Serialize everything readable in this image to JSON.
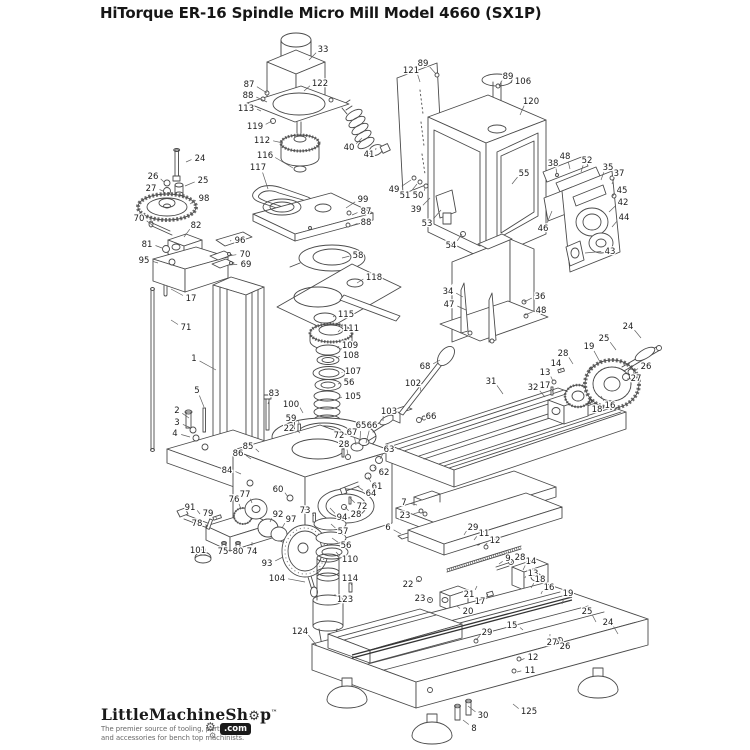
{
  "page": {
    "title": "HiTorque ER-16 Spindle Micro Mill Model 4660 (SX1P)",
    "background_color": "#ffffff",
    "line_color": "#4a4a4a"
  },
  "logo": {
    "brand_pre": "LittleMachineSh",
    "brand_post": "p",
    "tm": "™",
    "domain": ".com",
    "gear_glyph": "⚙",
    "tagline_line1": "The premier source of tooling, parts,",
    "tagline_line2": "and accessories for bench top machinists."
  },
  "diagram": {
    "type": "exploded-parts-diagram",
    "labels_format": [
      "part_number",
      "x",
      "y",
      "leader_x",
      "leader_y"
    ],
    "labels": [
      [
        "33",
        323,
        49,
        309,
        60
      ],
      [
        "122",
        320,
        83,
        304,
        91
      ],
      [
        "87",
        249,
        84,
        267,
        93
      ],
      [
        "88",
        248,
        95,
        267,
        102
      ],
      [
        "113",
        246,
        108,
        261,
        111
      ],
      [
        "119",
        255,
        126,
        272,
        121
      ],
      [
        "112",
        262,
        140,
        283,
        143
      ],
      [
        "116",
        265,
        155,
        293,
        168
      ],
      [
        "117",
        258,
        167,
        268,
        189
      ],
      [
        "40",
        349,
        147,
        362,
        138
      ],
      [
        "41",
        369,
        154,
        376,
        148
      ],
      [
        "121",
        411,
        70,
        420,
        82
      ],
      [
        "89",
        423,
        63,
        436,
        74
      ],
      [
        "89",
        508,
        76,
        499,
        86
      ],
      [
        "106",
        523,
        81,
        508,
        84
      ],
      [
        "120",
        531,
        101,
        520,
        115
      ],
      [
        "55",
        524,
        173,
        512,
        184
      ],
      [
        "49",
        394,
        189,
        411,
        180
      ],
      [
        "51",
        405,
        195,
        417,
        184
      ],
      [
        "50",
        418,
        195,
        425,
        188
      ],
      [
        "39",
        416,
        209,
        430,
        198
      ],
      [
        "53",
        427,
        223,
        441,
        210
      ],
      [
        "54",
        451,
        245,
        462,
        234
      ],
      [
        "46",
        543,
        228,
        552,
        211
      ],
      [
        "38",
        553,
        163,
        557,
        174
      ],
      [
        "48",
        565,
        156,
        570,
        169
      ],
      [
        "52",
        587,
        160,
        581,
        172
      ],
      [
        "35",
        608,
        167,
        601,
        180
      ],
      [
        "37",
        619,
        173,
        612,
        184
      ],
      [
        "45",
        622,
        190,
        612,
        197
      ],
      [
        "42",
        623,
        202,
        609,
        212
      ],
      [
        "44",
        624,
        217,
        612,
        227
      ],
      [
        "43",
        610,
        251,
        585,
        253
      ],
      [
        "34",
        448,
        291,
        463,
        297
      ],
      [
        "47",
        449,
        304,
        466,
        310
      ],
      [
        "36",
        540,
        296,
        524,
        302
      ],
      [
        "48",
        541,
        310,
        525,
        315
      ],
      [
        "24",
        200,
        158,
        186,
        162
      ],
      [
        "26",
        153,
        176,
        164,
        182
      ],
      [
        "25",
        203,
        180,
        185,
        186
      ],
      [
        "27",
        151,
        188,
        163,
        191
      ],
      [
        "98",
        204,
        198,
        190,
        204
      ],
      [
        "70",
        139,
        218,
        152,
        225
      ],
      [
        "82",
        196,
        225,
        184,
        237
      ],
      [
        "81",
        147,
        244,
        162,
        248
      ],
      [
        "95",
        144,
        260,
        158,
        263
      ],
      [
        "96",
        240,
        240,
        230,
        241
      ],
      [
        "70",
        245,
        254,
        228,
        256
      ],
      [
        "69",
        246,
        264,
        229,
        265
      ],
      [
        "17",
        191,
        298,
        171,
        289
      ],
      [
        "71",
        186,
        327,
        171,
        320
      ],
      [
        "1",
        194,
        358,
        216,
        370
      ],
      [
        "5",
        197,
        390,
        204,
        407
      ],
      [
        "2",
        177,
        410,
        189,
        418
      ],
      [
        "3",
        177,
        422,
        191,
        428
      ],
      [
        "4",
        175,
        433,
        190,
        437
      ],
      [
        "83",
        274,
        393,
        268,
        404
      ],
      [
        "85",
        248,
        446,
        259,
        452
      ],
      [
        "86",
        238,
        453,
        251,
        459
      ],
      [
        "84",
        227,
        470,
        241,
        474
      ],
      [
        "99",
        363,
        199,
        346,
        208
      ],
      [
        "87",
        366,
        211,
        352,
        215
      ],
      [
        "88",
        366,
        222,
        351,
        226
      ],
      [
        "58",
        358,
        255,
        342,
        258
      ],
      [
        "118",
        374,
        277,
        357,
        283
      ],
      [
        "115",
        346,
        314,
        333,
        317
      ],
      [
        "111",
        351,
        328,
        338,
        332
      ],
      [
        "109",
        350,
        345,
        337,
        348
      ],
      [
        "108",
        351,
        355,
        336,
        358
      ],
      [
        "107",
        353,
        371,
        342,
        373
      ],
      [
        "56",
        349,
        382,
        338,
        384
      ],
      [
        "105",
        353,
        396,
        337,
        399
      ],
      [
        "100",
        291,
        404,
        303,
        413
      ],
      [
        "59",
        291,
        418,
        299,
        423
      ],
      [
        "22",
        289,
        428,
        300,
        433
      ],
      [
        "103",
        389,
        411,
        383,
        421
      ],
      [
        "72",
        339,
        435,
        342,
        448
      ],
      [
        "67",
        352,
        432,
        356,
        445
      ],
      [
        "65",
        361,
        425,
        360,
        441
      ],
      [
        "66",
        372,
        425,
        366,
        443
      ],
      [
        "28",
        344,
        444,
        348,
        455
      ],
      [
        "63",
        389,
        449,
        380,
        459
      ],
      [
        "62",
        384,
        472,
        374,
        467
      ],
      [
        "61",
        377,
        486,
        368,
        477
      ],
      [
        "64",
        371,
        493,
        357,
        486
      ],
      [
        "72",
        362,
        506,
        350,
        498
      ],
      [
        "28",
        356,
        514,
        345,
        507
      ],
      [
        "94",
        342,
        517,
        330,
        508
      ],
      [
        "57",
        343,
        531,
        331,
        524
      ],
      [
        "56",
        346,
        545,
        332,
        538
      ],
      [
        "110",
        350,
        559,
        336,
        552
      ],
      [
        "114",
        350,
        578,
        351,
        585
      ],
      [
        "123",
        345,
        599,
        335,
        594
      ],
      [
        "124",
        300,
        631,
        317,
        646
      ],
      [
        "91",
        190,
        507,
        200,
        514
      ],
      [
        "76",
        234,
        499,
        241,
        509
      ],
      [
        "77",
        245,
        494,
        252,
        503
      ],
      [
        "60",
        278,
        489,
        288,
        497
      ],
      [
        "73",
        305,
        510,
        314,
        516
      ],
      [
        "79",
        208,
        513,
        217,
        519
      ],
      [
        "78",
        197,
        523,
        208,
        526
      ],
      [
        "92",
        278,
        514,
        270,
        522
      ],
      [
        "97",
        291,
        519,
        282,
        528
      ],
      [
        "101",
        198,
        550,
        203,
        553
      ],
      [
        "75",
        223,
        551,
        225,
        545
      ],
      [
        "80",
        238,
        551,
        238,
        545
      ],
      [
        "74",
        252,
        551,
        252,
        542
      ],
      [
        "93",
        267,
        563,
        283,
        557
      ],
      [
        "104",
        277,
        578,
        305,
        582
      ],
      [
        "68",
        425,
        366,
        440,
        360
      ],
      [
        "102",
        413,
        383,
        421,
        392
      ],
      [
        "31",
        491,
        381,
        503,
        394
      ],
      [
        "32",
        533,
        387,
        545,
        397
      ],
      [
        "17",
        545,
        385,
        553,
        392
      ],
      [
        "13",
        545,
        372,
        553,
        381
      ],
      [
        "14",
        556,
        363,
        561,
        371
      ],
      [
        "66",
        431,
        416,
        421,
        420
      ],
      [
        "24",
        628,
        326,
        641,
        338
      ],
      [
        "25",
        604,
        338,
        616,
        350
      ],
      [
        "19",
        589,
        346,
        600,
        362
      ],
      [
        "28",
        563,
        353,
        573,
        364
      ],
      [
        "26",
        646,
        366,
        635,
        371
      ],
      [
        "27",
        636,
        378,
        628,
        379
      ],
      [
        "16",
        610,
        405,
        601,
        396
      ],
      [
        "18",
        597,
        409,
        589,
        400
      ],
      [
        "7",
        404,
        502,
        417,
        505
      ],
      [
        "23",
        405,
        515,
        420,
        512
      ],
      [
        "29",
        473,
        527,
        464,
        535
      ],
      [
        "11",
        484,
        533,
        474,
        540
      ],
      [
        "12",
        495,
        540,
        484,
        546
      ],
      [
        "9",
        508,
        558,
        499,
        564
      ],
      [
        "28",
        520,
        557,
        511,
        563
      ],
      [
        "14",
        531,
        561,
        523,
        570
      ],
      [
        "13",
        533,
        573,
        525,
        578
      ],
      [
        "18",
        540,
        579,
        531,
        588
      ],
      [
        "16",
        549,
        587,
        541,
        594
      ],
      [
        "22",
        408,
        584,
        419,
        580
      ],
      [
        "21",
        469,
        594,
        477,
        586
      ],
      [
        "17",
        480,
        601,
        488,
        594
      ],
      [
        "23",
        420,
        598,
        431,
        600
      ],
      [
        "20",
        468,
        611,
        457,
        606
      ],
      [
        "15",
        512,
        625,
        523,
        630
      ],
      [
        "6",
        388,
        527,
        401,
        534
      ],
      [
        "19",
        568,
        593,
        562,
        604
      ],
      [
        "25",
        587,
        611,
        596,
        622
      ],
      [
        "24",
        608,
        622,
        618,
        634
      ],
      [
        "27",
        552,
        642,
        550,
        634
      ],
      [
        "26",
        565,
        646,
        559,
        637
      ],
      [
        "12",
        533,
        657,
        521,
        660
      ],
      [
        "11",
        530,
        670,
        517,
        672
      ],
      [
        "29",
        487,
        632,
        476,
        640
      ],
      [
        "30",
        483,
        715,
        468,
        706
      ],
      [
        "125",
        529,
        711,
        513,
        704
      ],
      [
        "8",
        474,
        728,
        463,
        720
      ]
    ]
  }
}
